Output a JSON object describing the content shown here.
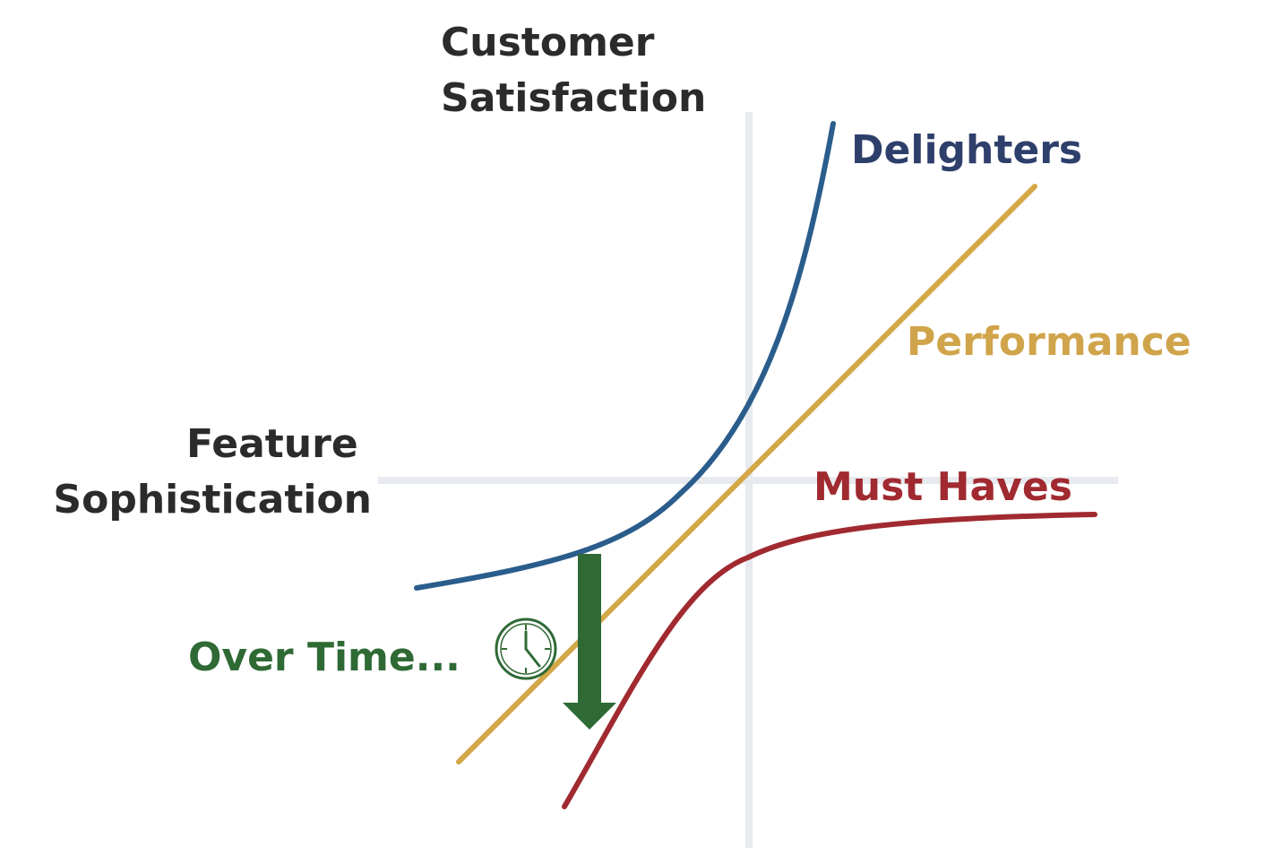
{
  "axes": {
    "y_label": [
      "Customer",
      "Satisfaction"
    ],
    "x_label": [
      "Feature",
      "Sophistication"
    ]
  },
  "curves": {
    "delighters": {
      "label": "Delighters",
      "color": "#2a5d8c",
      "label_color": "#2e3f6b"
    },
    "performance": {
      "label": "Performance",
      "color": "#d4a747",
      "label_color": "#d0a44a"
    },
    "must_haves": {
      "label": "Must Haves",
      "color": "#a02a30",
      "label_color": "#a02a30"
    }
  },
  "over_time": {
    "label": "Over Time...",
    "color": "#2f6a35",
    "icon": "clock-icon"
  },
  "text_color": "#2b2b2b"
}
